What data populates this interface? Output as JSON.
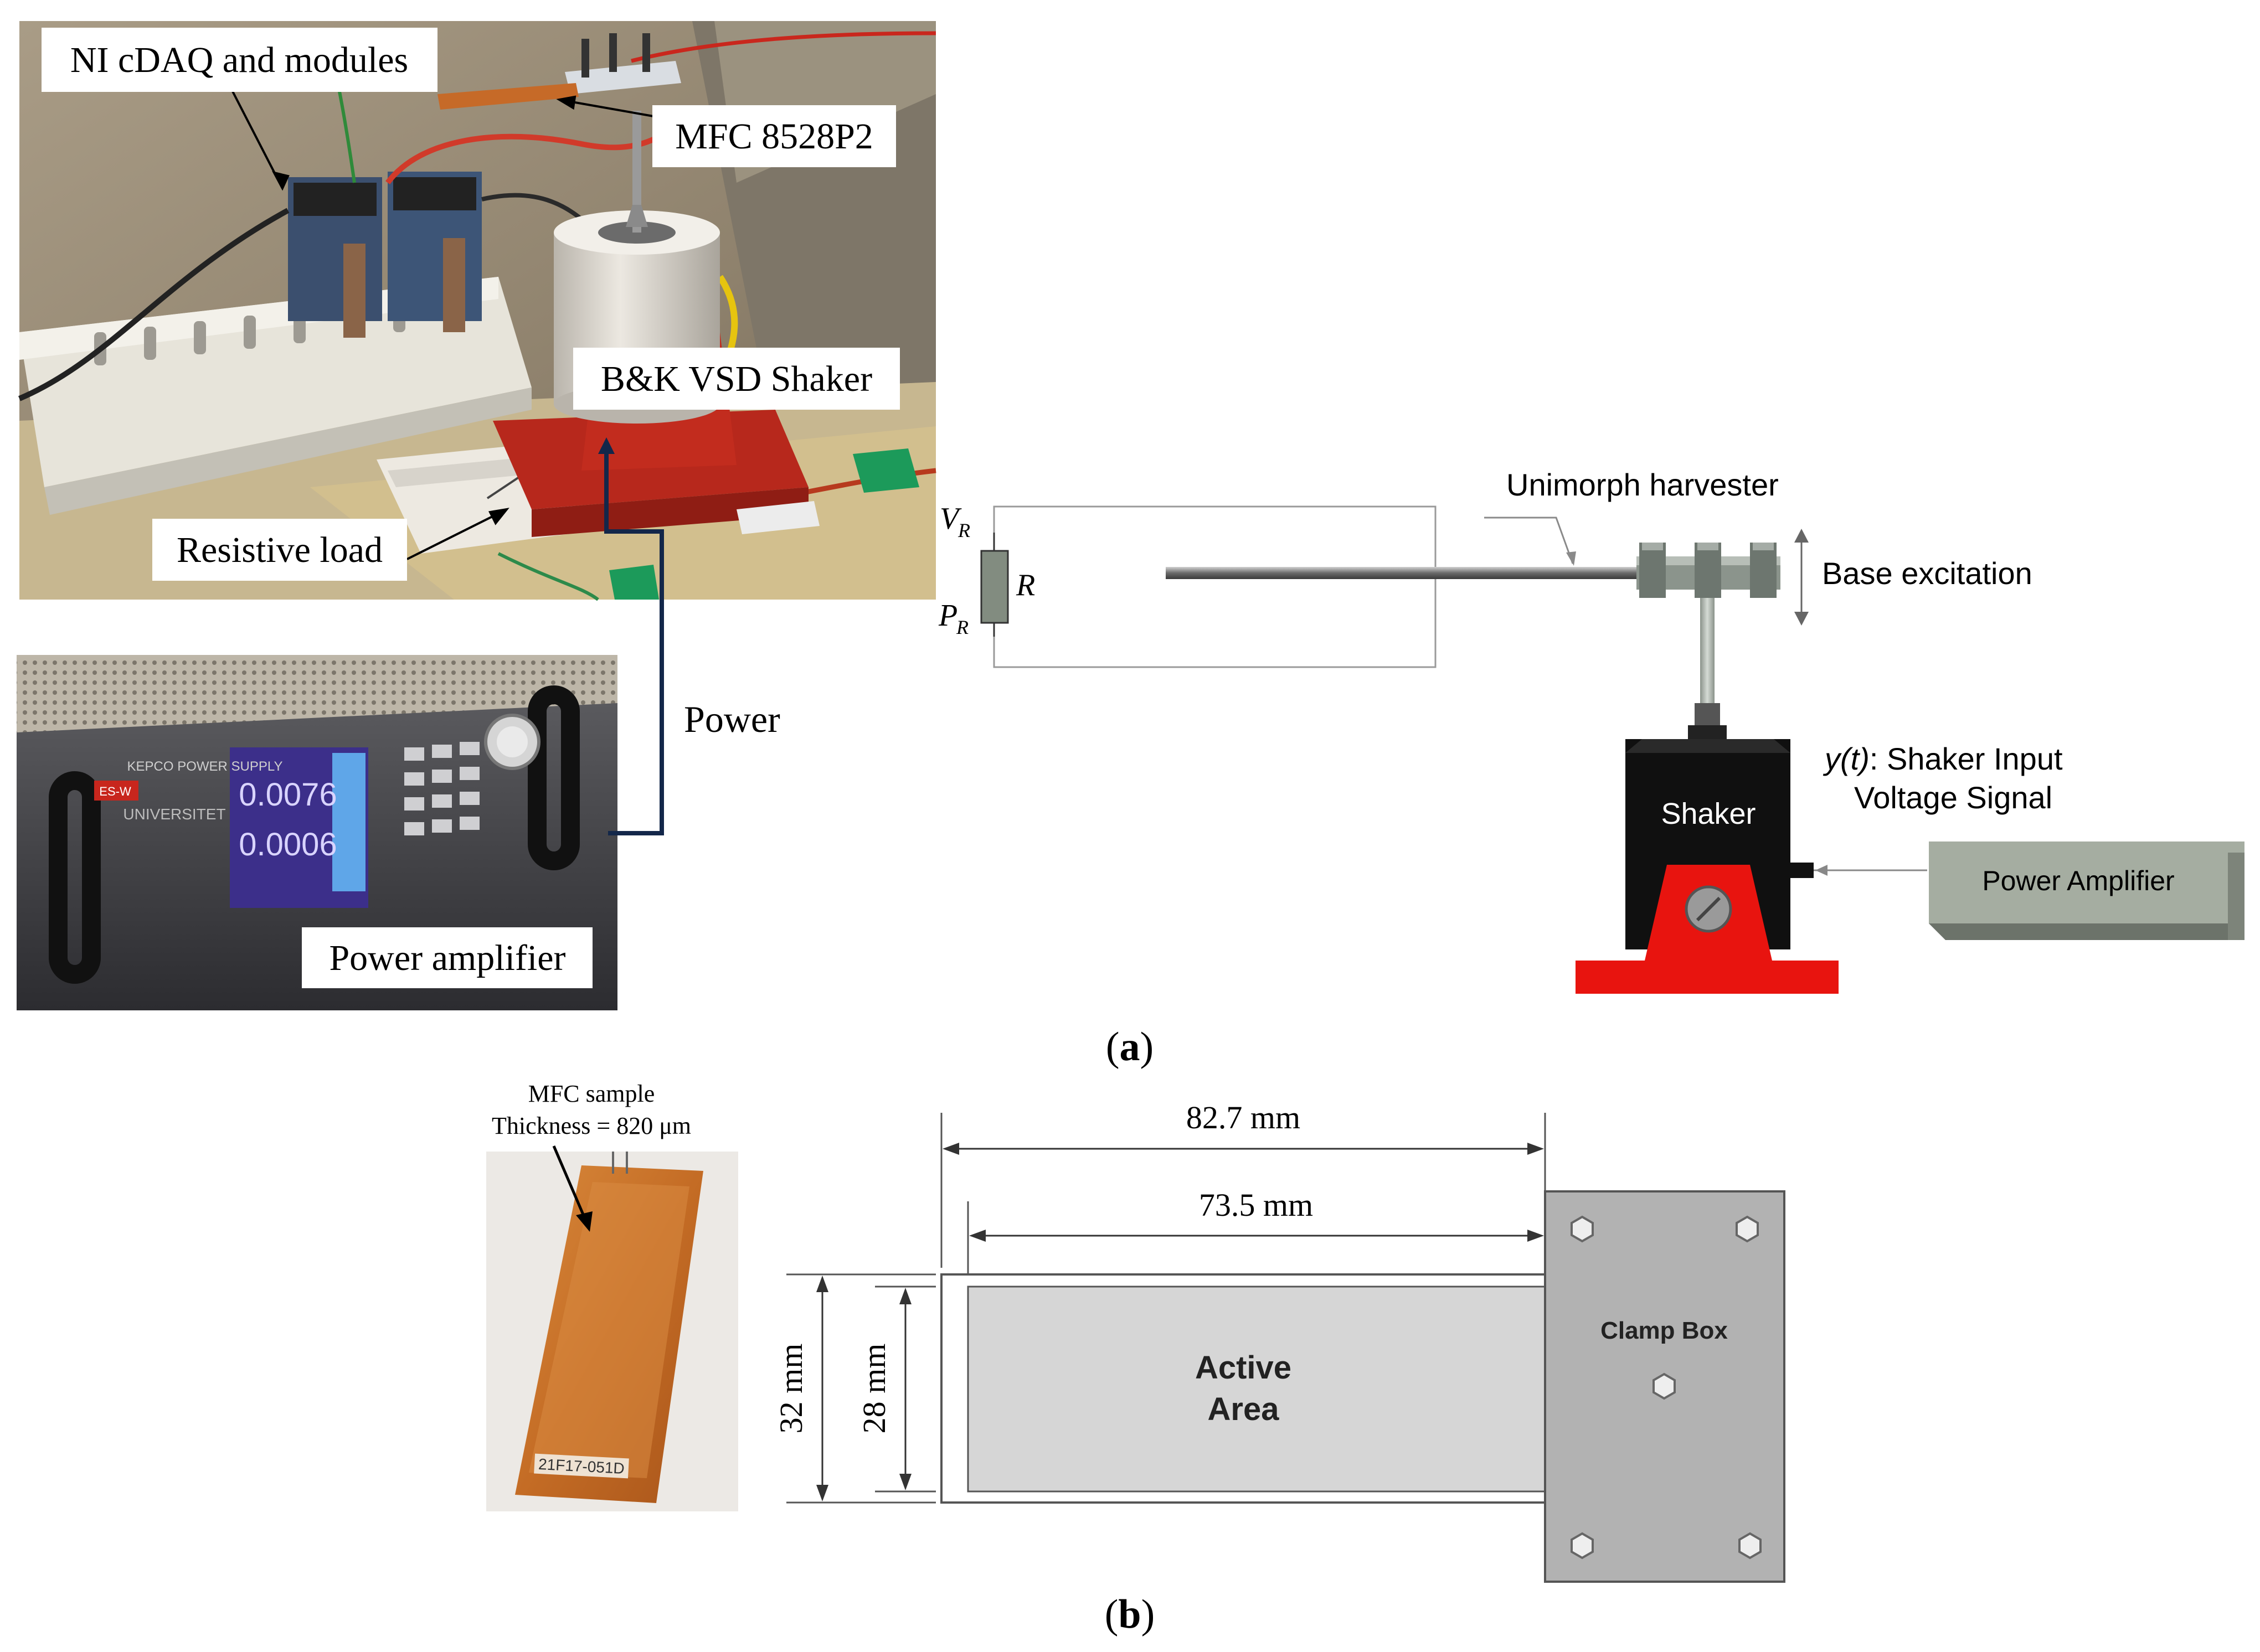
{
  "photo_lab": {
    "callout_daq": "NI cDAQ and modules",
    "callout_mfc": "MFC 8528P2",
    "callout_shaker": "B&K VSD Shaker",
    "callout_load": "Resistive load"
  },
  "photo_amp": {
    "callout_amp": "Power amplifier",
    "panel_brand": "KEPCO POWER SUPPLY",
    "panel_univ": "UNIVERSITET",
    "display_top": "0.0076",
    "display_bottom": "0.0006",
    "panel_badge": "ES-W"
  },
  "power_line": {
    "label": "Power"
  },
  "schematic": {
    "voltage_label": "V",
    "voltage_sub": "R",
    "power_label": "P",
    "power_sub": "R",
    "resistor_label": "R",
    "harvester_label": "Unimorph harvester",
    "base_excitation": "Base excitation",
    "signal_label_italic": "y(t)",
    "signal_label_rest": ": Shaker Input",
    "signal_label_line2": "Voltage Signal",
    "shaker_label": "Shaker",
    "amplifier_label": "Power Amplifier"
  },
  "panel_labels": {
    "a": "a",
    "b": "b"
  },
  "mfc_photo": {
    "caption_line1": "MFC sample",
    "caption_line2": "Thickness = 820 μm",
    "serial": "21F17-051D"
  },
  "dimensions": {
    "total_length": "82.7 mm",
    "active_length": "73.5 mm",
    "total_width": "32 mm",
    "active_width": "28 mm",
    "active_area_line1": "Active",
    "active_area_line2": "Area",
    "clamp_label": "Clamp Box"
  },
  "colors": {
    "shaker_red": "#e8140f",
    "shaker_black": "#101010",
    "amp_green": "#a5ada1",
    "power_line": "#13274a",
    "active_gray": "#d6d6d6",
    "clamp_gray": "#b2b2b2",
    "mfc_orange": "#c8702a"
  }
}
